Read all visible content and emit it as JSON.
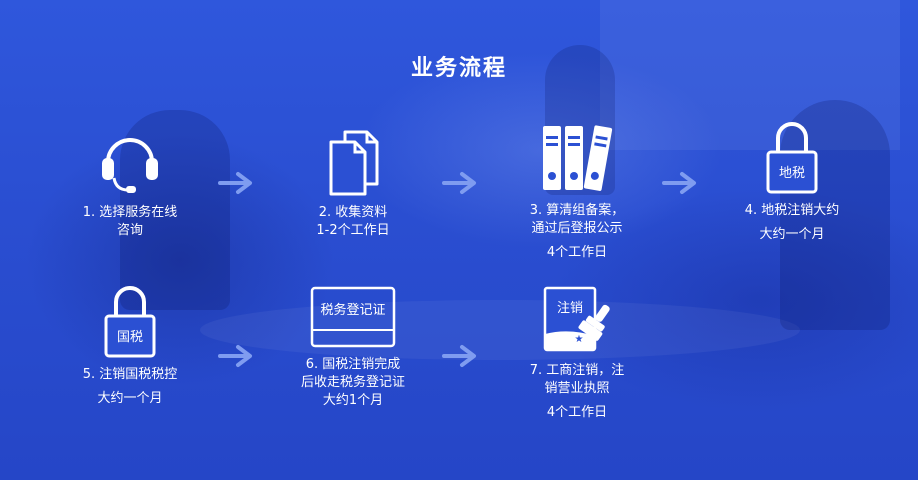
{
  "title": "业务流程",
  "steps": [
    {
      "id": "1",
      "lines": [
        "1. 选择服务在线",
        "咨询"
      ],
      "sub": "",
      "icon": "headset-icon"
    },
    {
      "id": "2",
      "lines": [
        "2. 收集资料",
        "1-2个工作日"
      ],
      "sub": "",
      "icon": "documents-icon"
    },
    {
      "id": "3",
      "lines": [
        "3. 算清组备案，",
        "通过后登报公示"
      ],
      "sub": "4个工作日",
      "icon": "binders-icon"
    },
    {
      "id": "4",
      "lines": [
        "4.  地税注销大约"
      ],
      "sub": "大约一个月",
      "icon": "lock-icon",
      "icon_text": "地税"
    },
    {
      "id": "5",
      "lines": [
        "5.  注销国税税控"
      ],
      "sub": "大约一个月",
      "icon": "lock-icon",
      "icon_text": "国税"
    },
    {
      "id": "6",
      "lines": [
        "6. 国税注销完成",
        "后收走税务登记证",
        "大约1个月"
      ],
      "sub": "",
      "icon": "certificate-icon",
      "icon_text": "税务登记证"
    },
    {
      "id": "7",
      "lines": [
        "7. 工商注销，注",
        "销营业执照"
      ],
      "sub": "4个工作日",
      "icon": "stamp-icon",
      "icon_text": "注销"
    }
  ],
  "arrow_icon": "double-chevron-right-icon",
  "colors": {
    "background": "#2a4ed1",
    "arrow": "#7f9cf0",
    "text": "#ffffff"
  }
}
